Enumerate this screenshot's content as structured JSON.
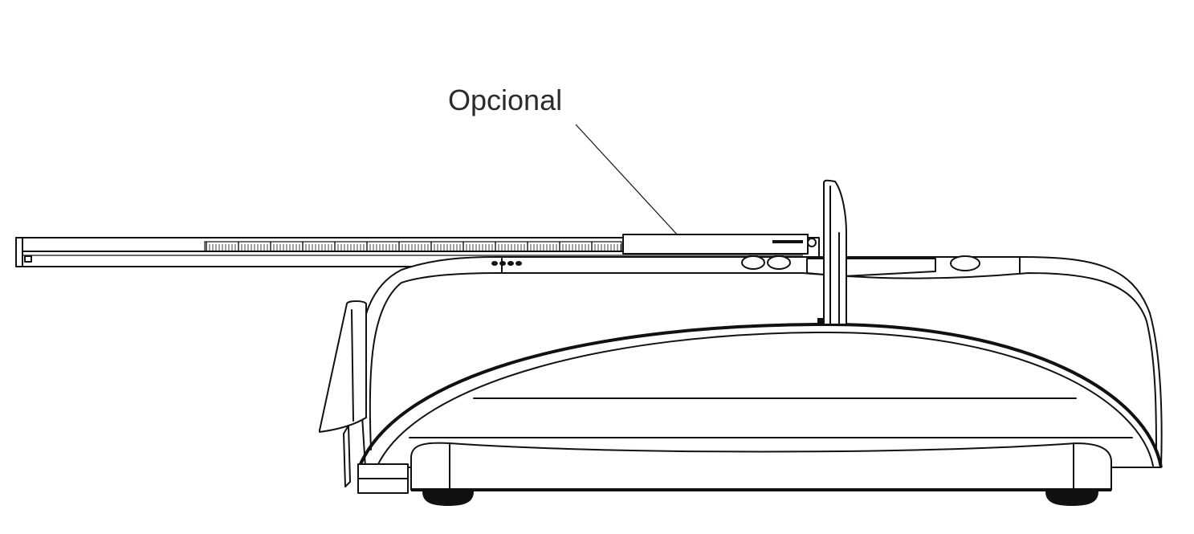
{
  "callout": {
    "label": "Opcional"
  },
  "figure": {
    "subject": "weighing-scale-side-view",
    "parts": [
      {
        "name": "optional-measuring-rod",
        "optional": true
      },
      {
        "name": "head-piece"
      },
      {
        "name": "scale-body"
      },
      {
        "name": "control-buttons"
      },
      {
        "name": "display-window"
      },
      {
        "name": "foot-rest"
      },
      {
        "name": "base-feet"
      }
    ]
  },
  "colors": {
    "line": "#111111",
    "background": "#ffffff",
    "label": "#2b2b2b"
  }
}
